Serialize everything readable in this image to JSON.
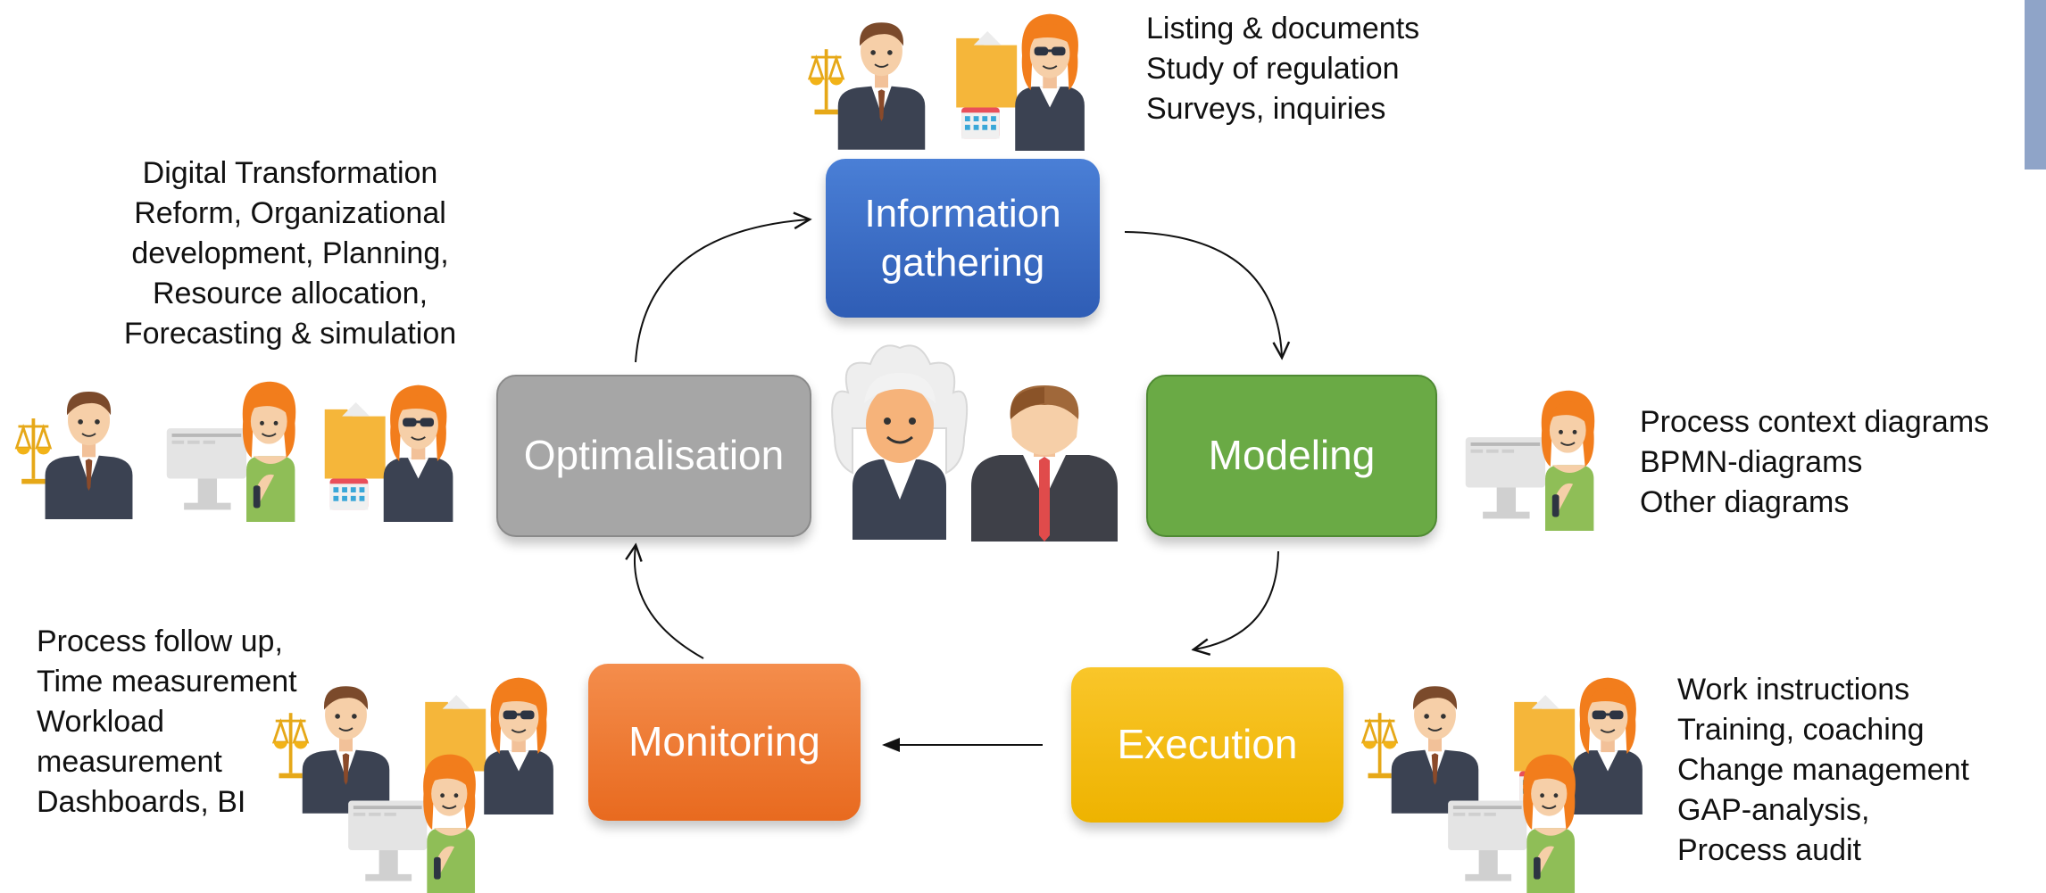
{
  "nodes": {
    "information_gathering": {
      "label": "Information gathering",
      "color": "#3f6fc9"
    },
    "modeling": {
      "label": "Modeling",
      "color": "#6aaa45"
    },
    "execution": {
      "label": "Execution",
      "color": "#f3b80c"
    },
    "monitoring": {
      "label": "Monitoring",
      "color": "#ec7a31"
    },
    "optimalisation": {
      "label": "Optimalisation",
      "color": "#a5a5a5"
    }
  },
  "texts": {
    "information_gathering": [
      "Listing & documents",
      "Study of regulation",
      "Surveys, inquiries"
    ],
    "optimalisation": [
      "Digital Transformation",
      "Reform, Organizational",
      "development, Planning,",
      "Resource allocation,",
      "Forecasting & simulation"
    ],
    "modeling": [
      "Process context diagrams",
      "BPMN-diagrams",
      "Other diagrams"
    ],
    "execution": [
      "Work instructions",
      "Training, coaching",
      "Change management",
      "GAP-analysis,",
      "Process audit"
    ],
    "monitoring": [
      "Process follow up,",
      "Time measurement",
      "Workload",
      "measurement",
      "Dashboards, BI"
    ]
  },
  "illustrations": {
    "judge": "judge-icon",
    "businessman": "businessman-icon",
    "lawyer": "lawyer-with-scales-icon",
    "clerk": "clerk-with-folder-icon",
    "operator": "computer-operator-icon"
  },
  "edges": [
    [
      "information_gathering",
      "modeling"
    ],
    [
      "modeling",
      "execution"
    ],
    [
      "execution",
      "monitoring"
    ],
    [
      "monitoring",
      "optimalisation"
    ],
    [
      "optimalisation",
      "information_gathering"
    ]
  ]
}
